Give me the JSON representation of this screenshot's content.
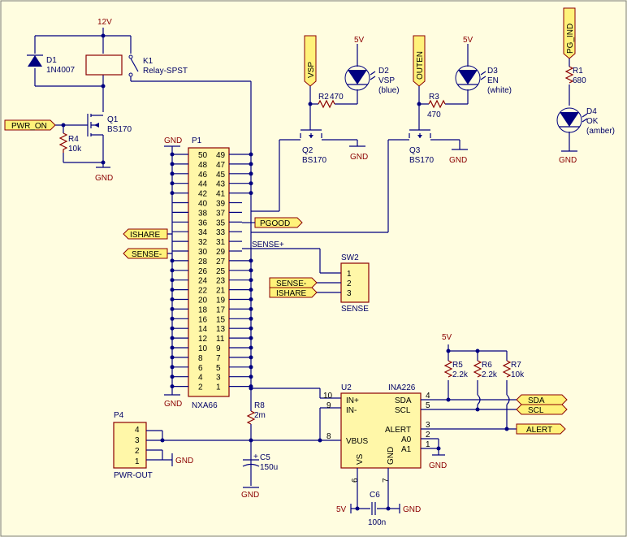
{
  "rails": {
    "v12": "12V",
    "v5_d2": "5V",
    "v5_d3": "5V",
    "v5_r5": "5V",
    "v5_c6": "5V",
    "gnd": "GND"
  },
  "relay": {
    "ref": "K1",
    "value": "Relay-SPST"
  },
  "d1": {
    "ref": "D1",
    "value": "1N4007"
  },
  "q1": {
    "ref": "Q1",
    "value": "BS170"
  },
  "r4": {
    "ref": "R4",
    "value": "10k"
  },
  "pwr_on": "PWR_ON",
  "vsp": "VSP",
  "outen": "OUTEN",
  "pg_ind": "PG_IND",
  "d2": {
    "ref": "D2",
    "l1": "VSP",
    "l2": "(blue)"
  },
  "d3": {
    "ref": "D3",
    "l1": "EN",
    "l2": "(white)"
  },
  "d4": {
    "ref": "D4",
    "l1": "OK",
    "l2": "(amber)"
  },
  "r1": {
    "ref": "R1",
    "value": "680"
  },
  "r2": {
    "ref": "R2",
    "value": "470"
  },
  "r3": {
    "ref": "R3",
    "value": "470"
  },
  "q2": {
    "ref": "Q2",
    "value": "BS170"
  },
  "q3": {
    "ref": "Q3",
    "value": "BS170"
  },
  "p1": {
    "ref": "P1",
    "value": "NXA66",
    "rows": [
      [
        "50",
        "49"
      ],
      [
        "48",
        "47"
      ],
      [
        "46",
        "45"
      ],
      [
        "44",
        "43"
      ],
      [
        "42",
        "41"
      ],
      [
        "40",
        "39"
      ],
      [
        "38",
        "37"
      ],
      [
        "36",
        "35"
      ],
      [
        "34",
        "33"
      ],
      [
        "32",
        "31"
      ],
      [
        "30",
        "29"
      ],
      [
        "28",
        "27"
      ],
      [
        "26",
        "25"
      ],
      [
        "24",
        "23"
      ],
      [
        "22",
        "21"
      ],
      [
        "20",
        "19"
      ],
      [
        "18",
        "17"
      ],
      [
        "16",
        "15"
      ],
      [
        "14",
        "13"
      ],
      [
        "12",
        "11"
      ],
      [
        "10",
        "9"
      ],
      [
        "8",
        "7"
      ],
      [
        "6",
        "5"
      ],
      [
        "4",
        "3"
      ],
      [
        "2",
        "1"
      ]
    ]
  },
  "pgood": "PGOOD",
  "ishare": "ISHARE",
  "sense_minus": "SENSE-",
  "sense_plus": "SENSE+",
  "sw2": {
    "ref": "SW2",
    "value": "SENSE",
    "pins": [
      "1",
      "2",
      "3"
    ],
    "in1": "SENSE-",
    "in2": "ISHARE"
  },
  "r8": {
    "ref": "R8",
    "value": "2m"
  },
  "c5": {
    "ref": "C5",
    "value": "150u",
    "plus": "+"
  },
  "c6": {
    "ref": "C6",
    "value": "100n"
  },
  "p4": {
    "ref": "P4",
    "value": "PWR-OUT",
    "pins": [
      "4",
      "3",
      "2",
      "1"
    ]
  },
  "u2": {
    "ref": "U2",
    "value": "INA226",
    "in_plus": "IN+",
    "in_minus": "IN-",
    "vbus": "VBUS",
    "sda": "SDA",
    "scl": "SCL",
    "alert": "ALERT",
    "a0": "A0",
    "a1": "A1",
    "vs": "VS",
    "gnd": "GND",
    "pin10": "10",
    "pin9": "9",
    "pin8": "8",
    "pin4": "4",
    "pin5": "5",
    "pin3": "3",
    "pin2": "2",
    "pin1": "1",
    "pin6": "6",
    "pin7": "7"
  },
  "r5": {
    "ref": "R5",
    "value": "2.2k"
  },
  "r6": {
    "ref": "R6",
    "value": "2.2k"
  },
  "r7": {
    "ref": "R7",
    "value": "10k"
  },
  "sda": "SDA",
  "scl": "SCL",
  "alert": "ALERT"
}
